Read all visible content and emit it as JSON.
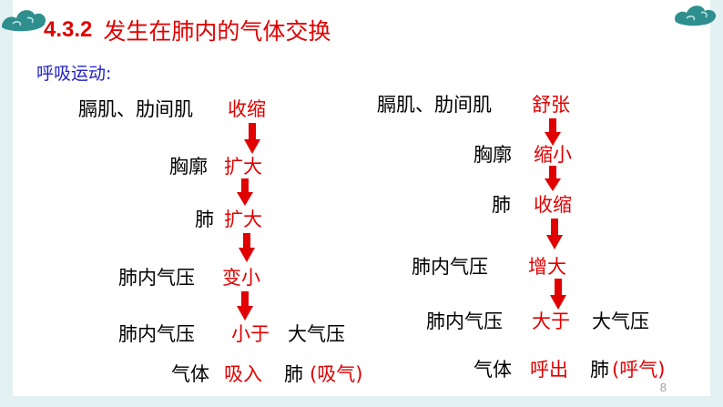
{
  "title": {
    "number": "4.3.2",
    "text": "发生在肺内的气体交换"
  },
  "subtitle": "呼吸运动:",
  "inhale": {
    "row1": {
      "label": "膈肌、肋间肌",
      "value": "收缩"
    },
    "row2": {
      "label": "胸廓",
      "value": "扩大"
    },
    "row3": {
      "label": "肺",
      "value": "扩大"
    },
    "row4": {
      "label": "肺内气压",
      "value": "变小"
    },
    "row5": {
      "left": "肺内气压",
      "relation": "小于",
      "right": "大气压"
    },
    "row6": {
      "left": "气体",
      "action": "吸入",
      "right": "肺",
      "note": "(吸气)"
    }
  },
  "exhale": {
    "row1": {
      "label": "膈肌、肋间肌",
      "value": "舒张"
    },
    "row2": {
      "label": "胸廓",
      "value": "缩小"
    },
    "row3": {
      "label": "肺",
      "value": "收缩"
    },
    "row4": {
      "label": "肺内气压",
      "value": "增大"
    },
    "row5": {
      "left": "肺内气压",
      "relation": "大于",
      "right": "大气压"
    },
    "row6": {
      "left": "气体",
      "action": "呼出",
      "right": "肺",
      "note": "(呼气)"
    }
  },
  "page_number": "8",
  "colors": {
    "title": "#e00000",
    "subtitle": "#2020c8",
    "emphasis": "#e00000",
    "frame": "#e3f1f3",
    "cloud": "#2f8f8f"
  },
  "icons": [
    "cloud-ornament-left",
    "cloud-ornament-right",
    "down-arrow"
  ]
}
